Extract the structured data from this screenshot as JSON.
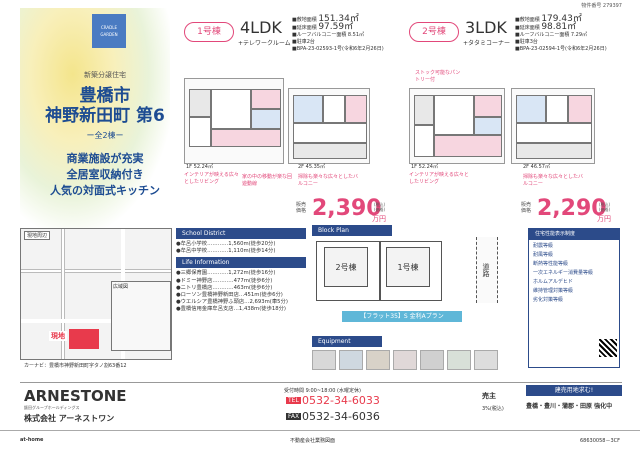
{
  "property_no": "物件番号 279397",
  "brand": {
    "line1": "CRADLE",
    "line2": "GARDEN"
  },
  "title": {
    "lead": "新築分譲住宅",
    "city": "豊橋市",
    "area": "神野新田町 第6",
    "count": "ー全2棟ー",
    "features": [
      "商業施設が充実",
      "全居室収納付き",
      "人気の対面式キッチン"
    ]
  },
  "buildings": [
    {
      "no": "1号棟",
      "ldk": "4LDK",
      "ldk_note": "+テレワークルーム",
      "land_area_label": "■敷地面積",
      "land_area": "151.34㎡",
      "floor_area_label": "■延床面積",
      "floor_area": "97.59㎡",
      "balcony": "■ルーフバルコニー面積 8.51㎡",
      "lines": [
        "■駐車2台",
        "■BPA-23-02593-1号(令和6年2月26日)"
      ],
      "plan_labels": [
        "1F 52.24㎡",
        "2F 45.35㎡"
      ],
      "bubbles": [
        "インテリアが映える広々としたリビング",
        "家の中の移動が楽な回遊動線",
        "掃除も楽々な広々としたバルコニー"
      ],
      "price_label": [
        "販売",
        "価格"
      ],
      "price": "2,390",
      "price_unit": "万円",
      "price_tax": [
        "(税込)",
        "(価格)"
      ]
    },
    {
      "no": "2号棟",
      "ldk": "3LDK",
      "ldk_note": "+タタミコーナー",
      "land_area_label": "■敷地面積",
      "land_area": "179.43㎡",
      "floor_area_label": "■延床面積",
      "floor_area": "98.81㎡",
      "balcony": "■ルーフバルコニー面積 7.29㎡",
      "lines": [
        "■駐車3台",
        "■BPA-23-02594-1号(令和6年2月26日)"
      ],
      "plan_labels": [
        "1F 52.24㎡",
        "2F 46.57㎡"
      ],
      "bubbles": [
        "ストック可能なパントリー付",
        "インテリアが映える広々としたリビング",
        "掃除も楽々な広々としたバルコニー"
      ],
      "price_label": [
        "販売",
        "価格"
      ],
      "price": "2,290",
      "price_unit": "万円",
      "price_tax": [
        "(税込)",
        "(価格)"
      ]
    }
  ],
  "school": {
    "title": "School District",
    "items": [
      "●牟呂小学校…………1,560m(徒歩20分)",
      "●牟呂中学校…………1,110m(徒歩14分)"
    ]
  },
  "life": {
    "title": "Life Information",
    "items": [
      "●三郷保育園…………1,272m(徒歩16分)",
      "●ドミー神野店…………477m(徒歩6分)",
      "●ニトリ豊橋店…………463m(徒歩6分)",
      "●ローソン豊橋神野新田店…451m(徒歩6分)",
      "●ウエルシア豊橋神野ふ頭店…2,693m(車5分)",
      "●豊橋信用金庫牟呂支店…1,438m(徒歩18分)"
    ]
  },
  "map": {
    "label_near": "現地周辺",
    "label_site": "現地",
    "label_wide": "広域図",
    "caption": "カーナビ：豊橋市神野新田町字タノ割63番12"
  },
  "blockplan": {
    "title": "Block Plan",
    "lots": [
      "2号棟",
      "1号棟"
    ],
    "road": "道路",
    "banner": "【フラット35】S 金利Aプラン"
  },
  "equipment": {
    "title": "Equipment"
  },
  "equip_list": {
    "title": "住宅性能表示制度",
    "items": [
      "耐震等級",
      "耐風等級",
      "断熱等性能等級",
      "一次エネルギー消費量等級",
      "ホルムアルデヒド",
      "維持管理対策等級",
      "劣化対策等級"
    ]
  },
  "footer": {
    "company_en": "ARNESTONE",
    "company_jp": "株式会社 アーネストワン",
    "group": "飯田グループホールディングス",
    "tel_label": "TEL",
    "tel": "0532-34-6033",
    "fax_label": "FAX",
    "fax": "0532-34-6036",
    "note": "受付時間 9:00~18:00 (水曜定休)",
    "trade": [
      "売主",
      "3%(税込)"
    ],
    "catch": "豊橋・豊川・蒲郡・田原 強化中",
    "catch_top": "建売用地求む!"
  },
  "bottom": {
    "left": "at-home",
    "center": "不動産会社業務図面",
    "right": "68630058－3CF"
  }
}
